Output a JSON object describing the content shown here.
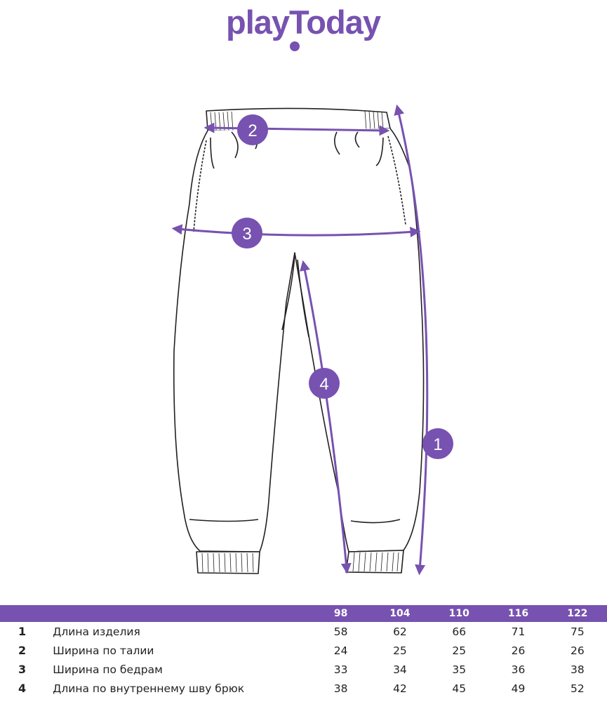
{
  "brand": {
    "logo_text": "playToday",
    "accent_color": "#7752b0"
  },
  "markers": [
    "1",
    "2",
    "3",
    "4"
  ],
  "table": {
    "sizes": [
      "98",
      "104",
      "110",
      "116",
      "122"
    ],
    "rows": [
      {
        "num": "1",
        "label": "Длина изделия",
        "values": [
          "58",
          "62",
          "66",
          "71",
          "75"
        ]
      },
      {
        "num": "2",
        "label": "Ширина по талии",
        "values": [
          "24",
          "25",
          "25",
          "26",
          "26"
        ]
      },
      {
        "num": "3",
        "label": "Ширина по бедрам",
        "values": [
          "33",
          "34",
          "35",
          "36",
          "38"
        ]
      },
      {
        "num": "4",
        "label": "Длина по внутреннему шву брюк",
        "values": [
          "38",
          "42",
          "45",
          "49",
          "52"
        ]
      }
    ]
  }
}
